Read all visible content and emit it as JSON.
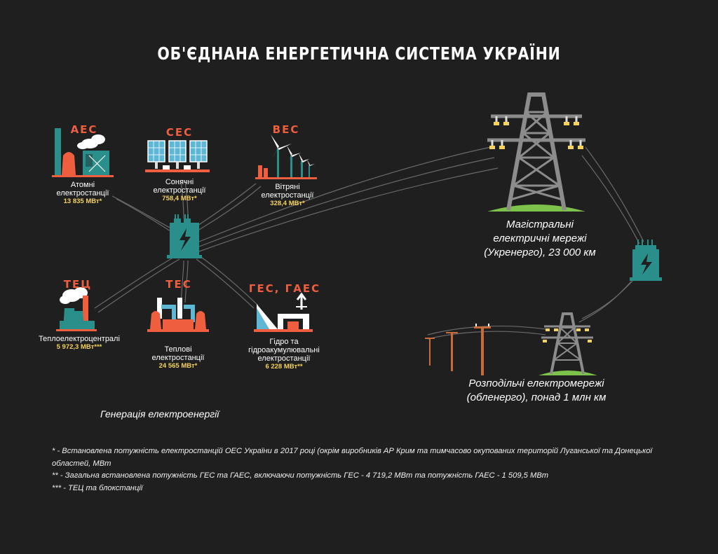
{
  "title": "ОБ'ЄДНАНА ЕНЕРГЕТИЧНА СИСТЕМА УКРАЇНИ",
  "stations": [
    {
      "tag": "АЕС",
      "name_line1": "Атомні",
      "name_line2": "електростанції",
      "name_line3": "",
      "value": "13 835 МВт*"
    },
    {
      "tag": "СЕС",
      "name_line1": "Сонячні",
      "name_line2": "електростанції",
      "name_line3": "",
      "value": "758,4 МВт*"
    },
    {
      "tag": "ВЕС",
      "name_line1": "Вітряні",
      "name_line2": "електростанції",
      "name_line3": "",
      "value": "328,4 МВт*"
    },
    {
      "tag": "ТЕЦ",
      "name_line1": "Теплоелектроцентралі",
      "name_line2": "",
      "name_line3": "",
      "value": "5 972,3 МВт***"
    },
    {
      "tag": "ТЕС",
      "name_line1": "Теплові",
      "name_line2": "електростанції",
      "name_line3": "",
      "value": "24 565 МВт*"
    },
    {
      "tag": "ГЕС, ГАЕС",
      "name_line1": "Гідро та",
      "name_line2": "гідроакумулювальні",
      "name_line3": "електростанції",
      "value": "6 228 МВт**"
    }
  ],
  "generation_caption": "Генерація електроенергії",
  "transmission": {
    "line1": "Магістральні",
    "line2": "електричні мережі",
    "line3": "(Укренерго), 23 000 км"
  },
  "distribution": {
    "line1": "Розподільчі електромережі",
    "line2": "(обленерго), понад 1 млн км"
  },
  "footnotes": [
    "* - Встановлена потужність електростанцій ОЕС України в 2017 році (окрім виробників АР Крим та тимчасово окупованих територій Луганської та Донецької областей, МВт",
    "** - Загальна встановлена потужність ГЕС та ГАЕС, включаючи потужність ГЕС - 4 719,2 МВт та потужність ГАЕС - 1 509,5 МВт",
    "*** - ТЕЦ та блокстанції"
  ],
  "colors": {
    "background": "#1f1f1f",
    "accent_red": "#ef5e3e",
    "value_yellow": "#f6d35a",
    "teal": "#2a8f8a",
    "grass": "#7dc24a",
    "tower_gray": "#8c8c8c"
  },
  "icons": [
    "nuclear-plant-icon",
    "solar-panels-icon",
    "wind-turbines-icon",
    "chp-plant-icon",
    "thermal-plant-icon",
    "hydro-plant-icon",
    "transformer-icon",
    "transmission-tower-icon",
    "distribution-tower-icon",
    "utility-pole-icon"
  ]
}
